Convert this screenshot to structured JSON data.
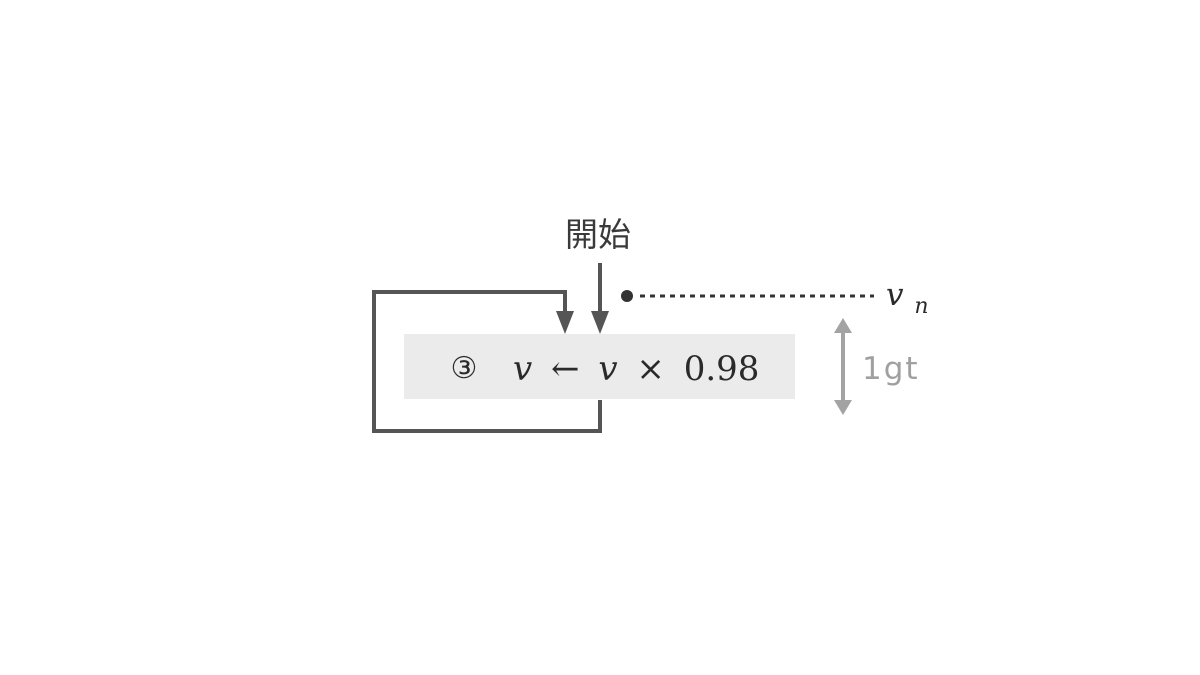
{
  "start_label": "開始",
  "step": {
    "number": "③",
    "lhs_var": "v",
    "assign_arrow": "←",
    "rhs_var": "v",
    "times": "×",
    "factor": "0.98"
  },
  "output": {
    "var": "v",
    "subscript": "n"
  },
  "interval_label": "1gt",
  "colors": {
    "loop_line": "#555555",
    "box_fill": "#ebebeb",
    "interval_arrow": "#a3a3a3",
    "dotted_line": "#333333"
  }
}
